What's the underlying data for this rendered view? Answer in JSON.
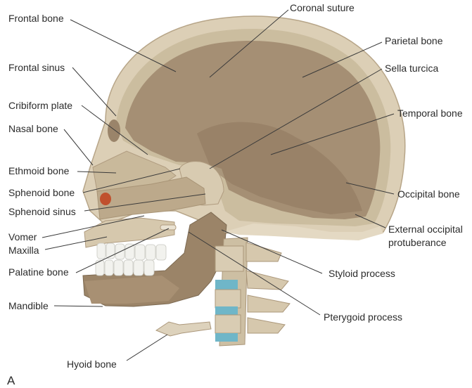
{
  "figure": {
    "panel_letter": "A",
    "labels": {
      "frontal_bone": "Frontal bone",
      "coronal_suture": "Coronal suture",
      "parietal_bone": "Parietal bone",
      "frontal_sinus": "Frontal sinus",
      "sella_turcica": "Sella turcica",
      "cribiform_plate": "Cribiform plate",
      "temporal_bone": "Temporal bone",
      "nasal_bone": "Nasal bone",
      "ethmoid_bone": "Ethmoid bone",
      "sphenoid_bone": "Sphenoid bone",
      "occipital_bone": "Occipital bone",
      "sphenoid_sinus": "Sphenoid sinus",
      "vomer": "Vomer",
      "maxilla": "Maxilla",
      "external_occipital_1": "External occipital",
      "external_occipital_2": "protuberance",
      "palatine_bone": "Palatine bone",
      "styloid_process": "Styloid process",
      "mandible": "Mandible",
      "pterygoid_process": "Pterygoid process",
      "hyoid_bone": "Hyoid bone"
    },
    "colors": {
      "bone_outer": "#d9ccb4",
      "bone_inner": "#8e7a62",
      "cranial_cavity": "#a08a70",
      "sinus_spot": "#c0502e",
      "intervertebral_disc": "#6fb6c8",
      "teeth": "#f2f2ee"
    }
  }
}
